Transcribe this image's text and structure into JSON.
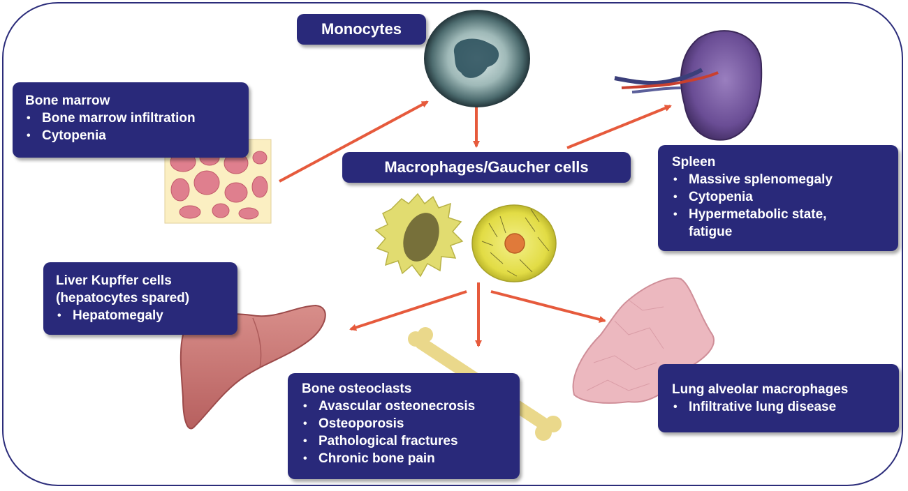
{
  "colors": {
    "box_bg": "#29297a",
    "arrow": "#e65a3c",
    "frame": "#2b2c7a"
  },
  "monocytes": {
    "label": "Monocytes",
    "icon": "monocyte-cell-icon"
  },
  "macrophages": {
    "label": "Macrophages/Gaucher cells",
    "icons": [
      "macrophage-cell-icon",
      "gaucher-cell-icon"
    ]
  },
  "bone_marrow": {
    "title": "Bone marrow",
    "items": [
      "Bone marrow infiltration",
      "Cytopenia"
    ],
    "icon": "bone-marrow-icon"
  },
  "spleen": {
    "title": "Spleen",
    "items": [
      "Massive splenomegaly",
      "Cytopenia",
      "Hypermetabolic state, fatigue"
    ],
    "icon": "spleen-icon"
  },
  "liver": {
    "title_line1": "Liver Kupffer cells",
    "title_line2": "(hepatocytes spared)",
    "items": [
      "Hepatomegaly"
    ],
    "icon": "liver-icon"
  },
  "bone": {
    "title": "Bone osteoclasts",
    "items": [
      "Avascular osteonecrosis",
      "Osteoporosis",
      "Pathological fractures",
      "Chronic bone pain"
    ],
    "icon": "bone-icon"
  },
  "lung": {
    "title": "Lung alveolar macrophages",
    "items": [
      "Infiltrative lung disease"
    ],
    "icon": "lung-icon"
  }
}
